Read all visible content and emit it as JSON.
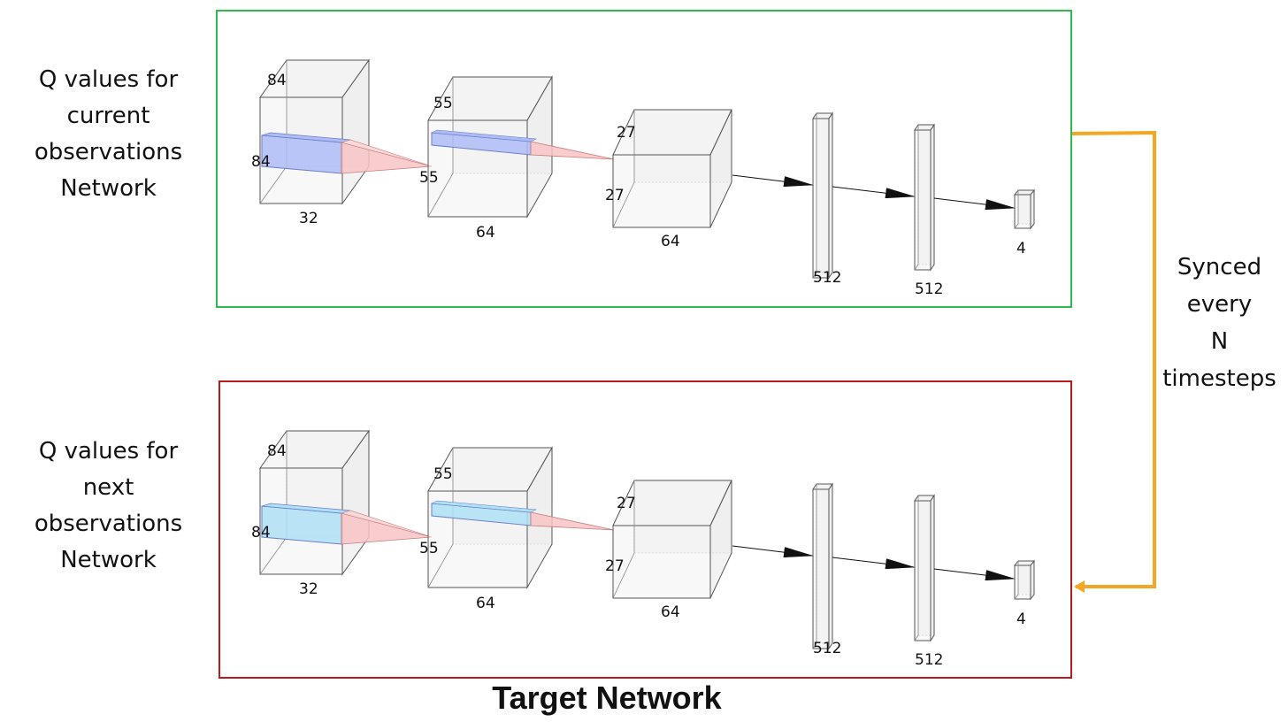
{
  "colors": {
    "online_border": "#2dbb4f",
    "target_border": "#b71c1c",
    "sync_arrow": "#f5a623",
    "online_highlight": "#aebcf6",
    "target_highlight": "#aee0f6",
    "kernel_fill": "#f8c4c4"
  },
  "networks": [
    {
      "id": "online",
      "label_lines": [
        "Q values for",
        "current",
        "observations",
        "Network"
      ],
      "layers": {
        "input": {
          "width": "84",
          "height": "84",
          "depth": "32"
        },
        "conv1": {
          "width": "55",
          "height": "55",
          "depth": "64"
        },
        "conv2": {
          "width": "27",
          "height": "27",
          "depth": "64"
        },
        "fc1": "512",
        "fc2": "512",
        "output": "4"
      }
    },
    {
      "id": "target",
      "label_lines": [
        "Q values for",
        "next",
        "observations",
        "Network"
      ],
      "layers": {
        "input": {
          "width": "84",
          "height": "84",
          "depth": "32"
        },
        "conv1": {
          "width": "55",
          "height": "55",
          "depth": "64"
        },
        "conv2": {
          "width": "27",
          "height": "27",
          "depth": "64"
        },
        "fc1": "512",
        "fc2": "512",
        "output": "4"
      }
    }
  ],
  "sync_label_lines": [
    "Synced",
    "every",
    "N",
    "timesteps"
  ],
  "bottom_title": "Target Network"
}
